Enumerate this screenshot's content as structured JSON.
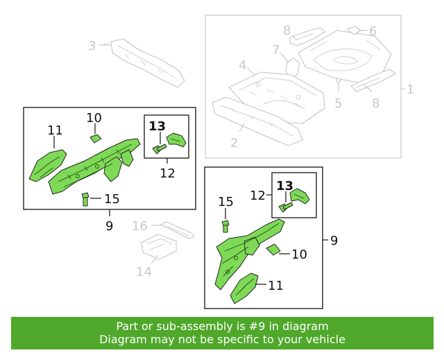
{
  "colors": {
    "highlight": "#7ed957",
    "banner": "#4fa82a",
    "ghost": "#c8c8c8",
    "text": "#111111"
  },
  "callouts": {
    "c1": "1",
    "c2": "2",
    "c3": "3",
    "c4": "4",
    "c5": "5",
    "c6": "6",
    "c7": "7",
    "c8a": "8",
    "c8b": "8",
    "c14": "14",
    "c16": "16",
    "left_box": {
      "c9": "9",
      "c10": "10",
      "c11": "11",
      "c12": "12",
      "c13": "13",
      "c15": "15"
    },
    "right_box": {
      "c9": "9",
      "c10": "10",
      "c11": "11",
      "c12": "12",
      "c13": "13",
      "c15": "15"
    }
  },
  "banner": {
    "line1": "Part or sub-assembly is #9 in diagram",
    "line2": "Diagram may not be specific to your vehicle"
  }
}
